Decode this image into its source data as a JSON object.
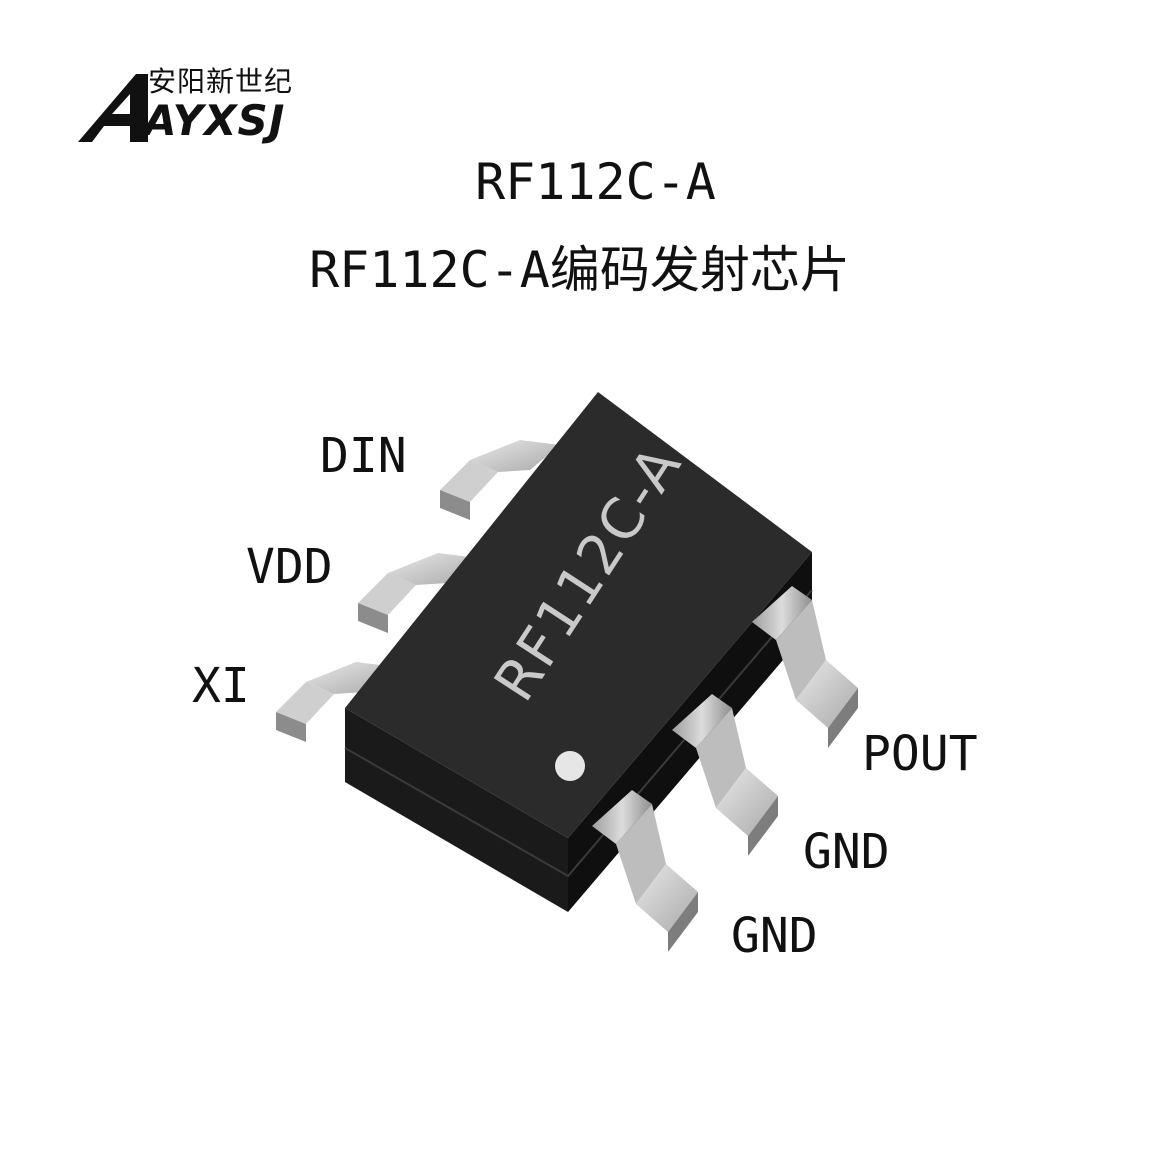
{
  "logo": {
    "chinese_text": "安阳新世纪",
    "latin_text": "AYXSJ"
  },
  "title": {
    "line1": "RF112C-A",
    "line2": "RF112C-A编码发射芯片"
  },
  "chip": {
    "marking": "RF112C-A",
    "body_color": "#2a2a2a",
    "lead_color": "#d6d6d6"
  },
  "pins": {
    "left": [
      "DIN",
      "VDD",
      "XI"
    ],
    "right": [
      "POUT",
      "GND",
      "GND"
    ]
  }
}
